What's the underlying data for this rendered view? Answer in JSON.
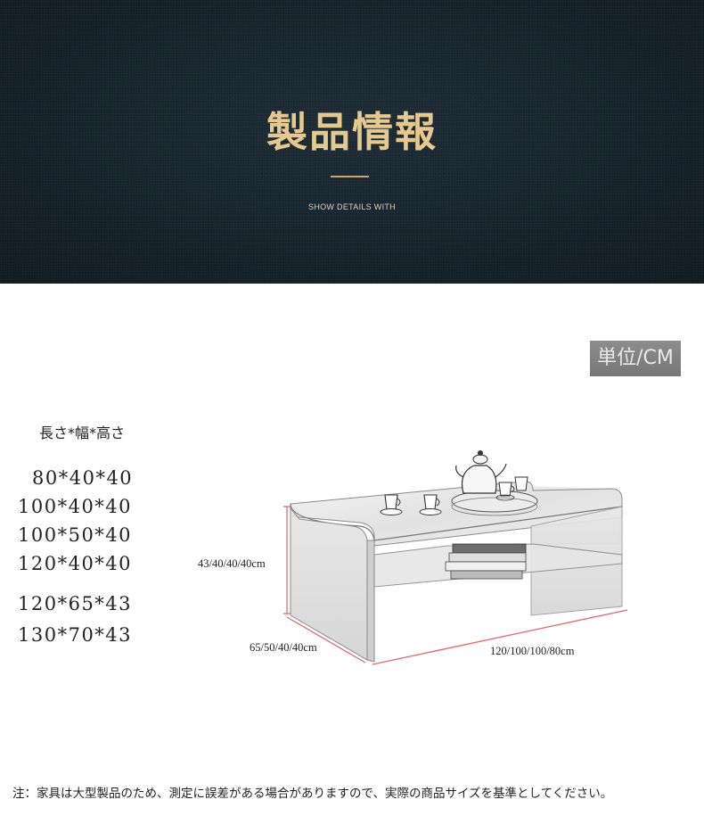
{
  "banner": {
    "title": "製品情報",
    "subtitle": "SHOW DETAILS WITH"
  },
  "unit_badge": "単位/CM",
  "dimensions": {
    "label": "長さ*幅*高さ",
    "sizes": [
      "80*40*40",
      "100*40*40",
      "100*50*40",
      "120*40*40",
      "120*65*43",
      "130*70*43"
    ]
  },
  "diagram": {
    "height_label": "43/40/40/40cm",
    "depth_label": "65/50/40/40cm",
    "length_label": "120/100/100/80cm",
    "line_color": "#e06a6a"
  },
  "footnote": "注：家具は大型製品のため、測定に誤差がある場合がありますので、実際の商品サイズを基準としてください。"
}
